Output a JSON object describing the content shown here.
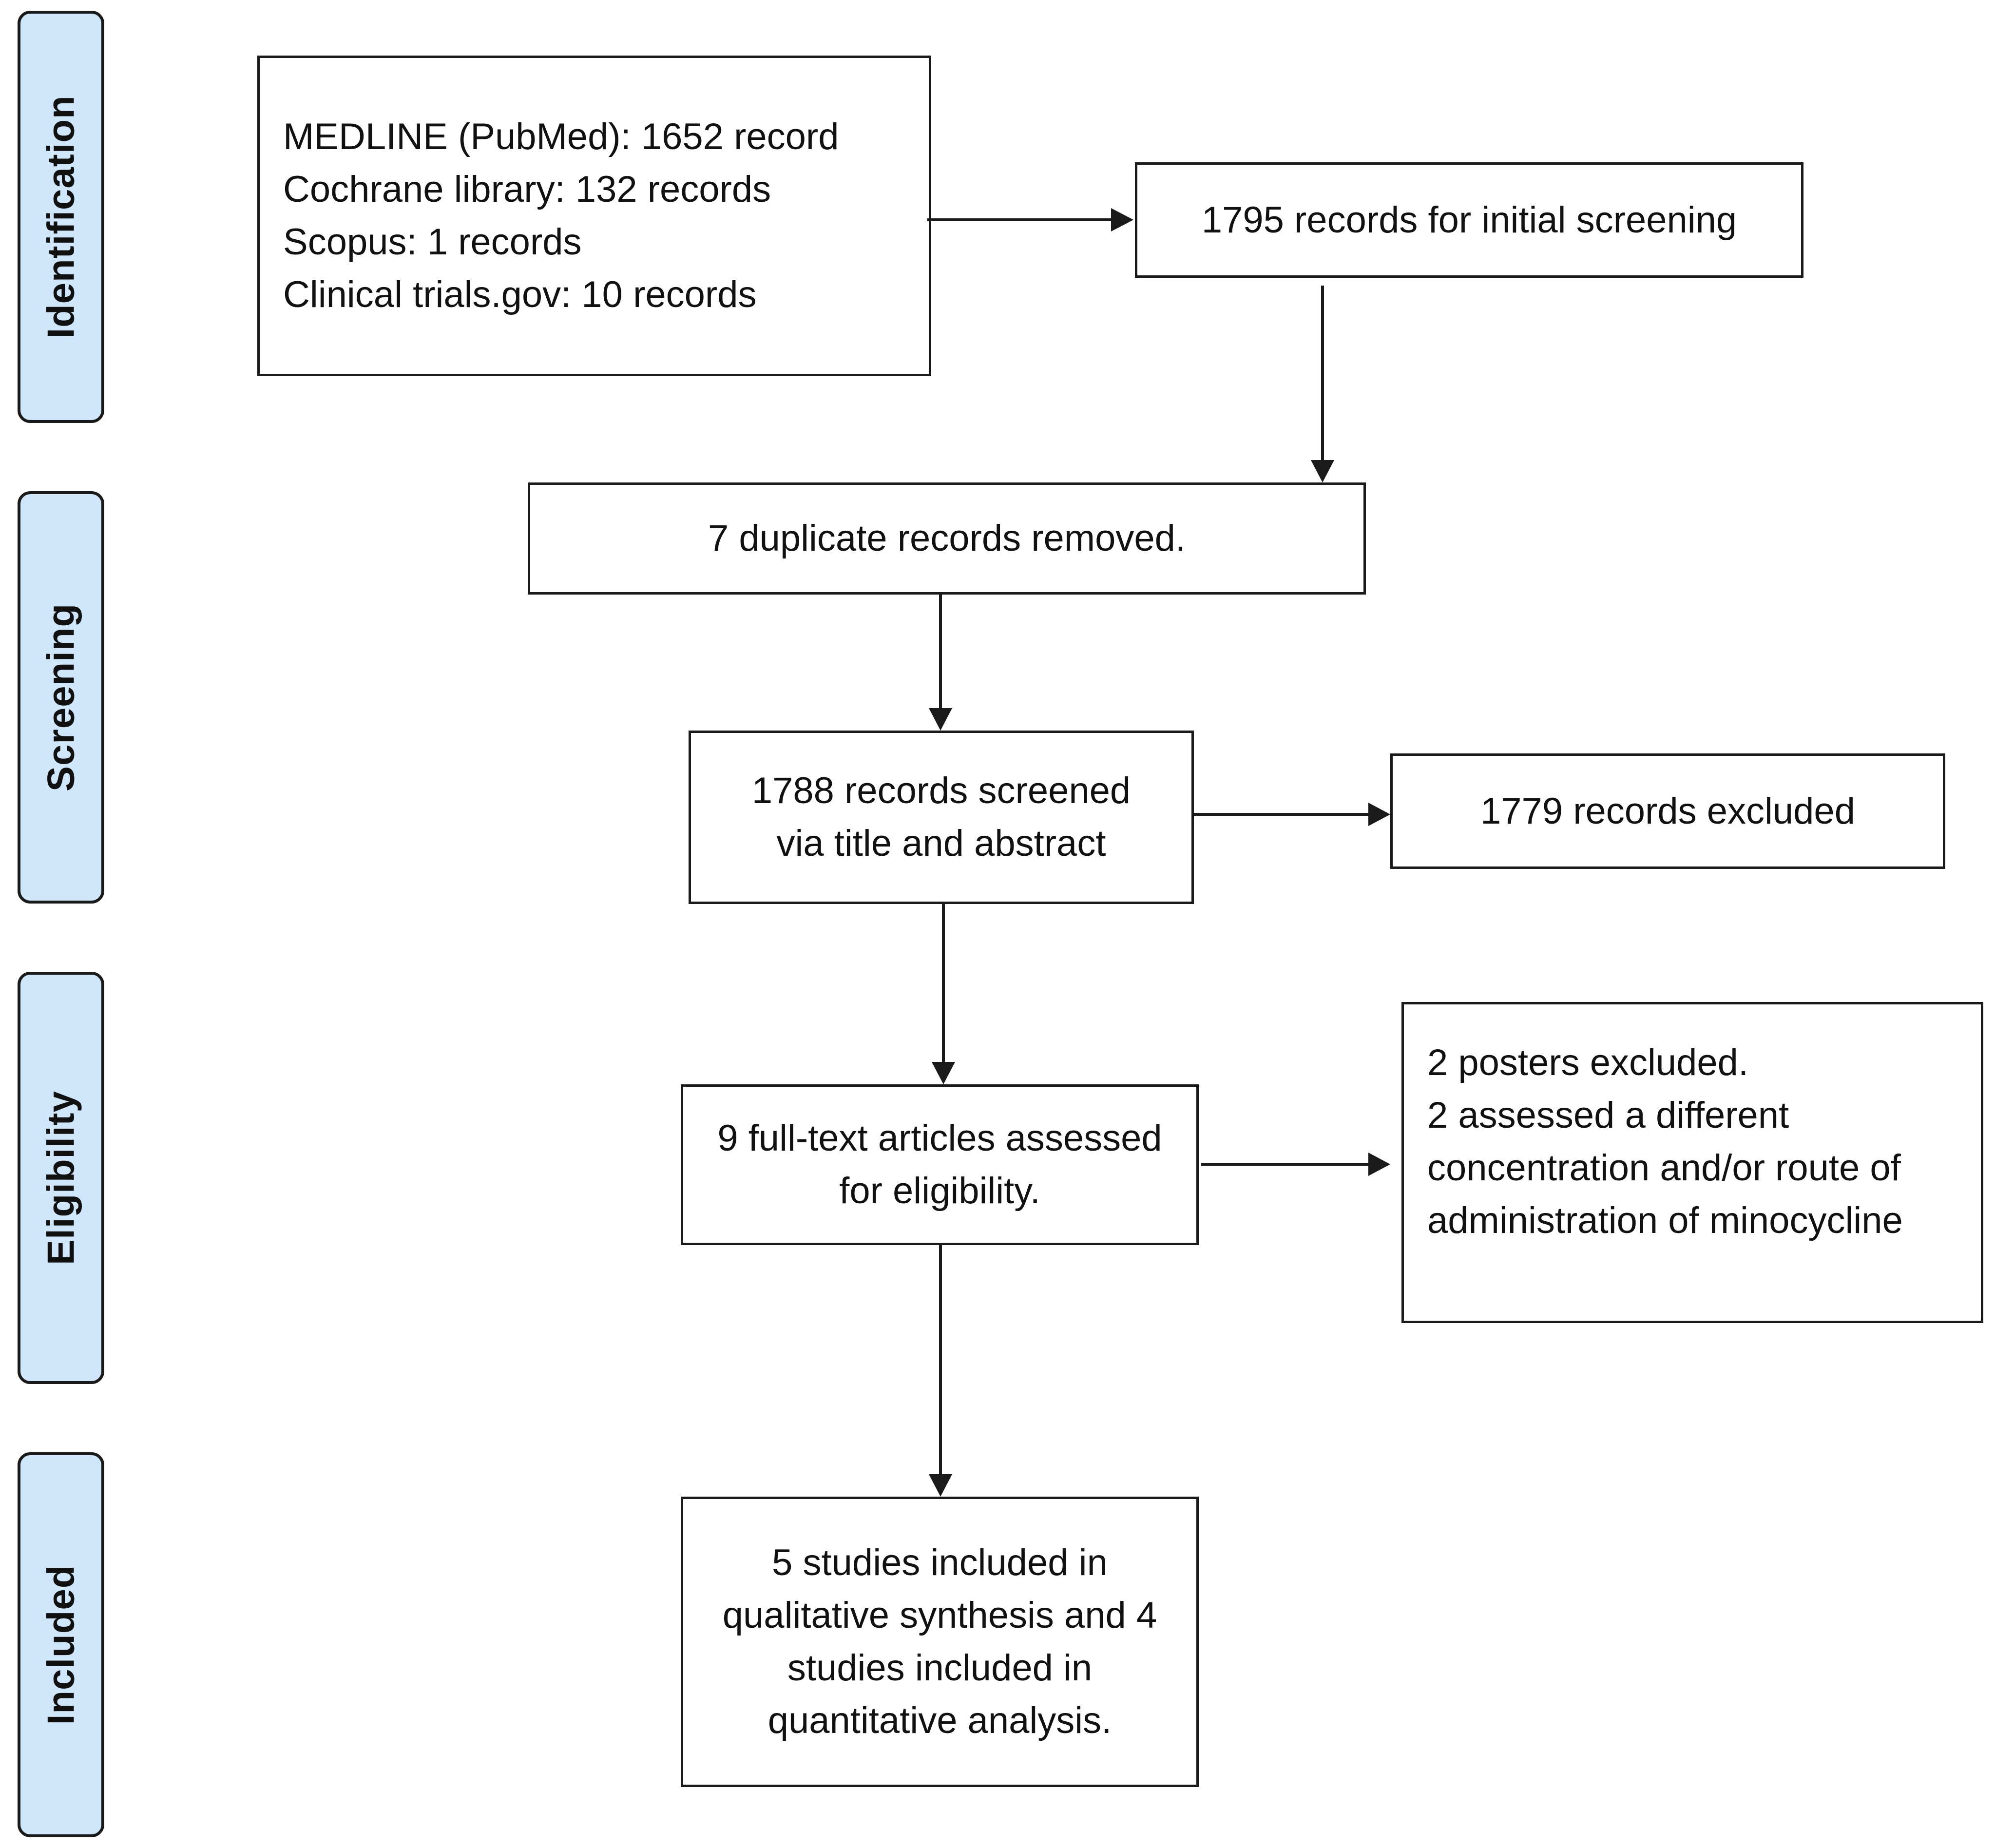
{
  "stages": [
    {
      "id": "identification",
      "label": "Identification"
    },
    {
      "id": "screening",
      "label": "Screening"
    },
    {
      "id": "eligibility",
      "label": "Eligibility"
    },
    {
      "id": "included",
      "label": "Included"
    }
  ],
  "boxes": {
    "sources": {
      "lines": [
        "MEDLINE (PubMed): 1652 record",
        "Cochrane library: 132 records",
        "Scopus: 1 records",
        "Clinical trials.gov: 10 records"
      ]
    },
    "initial_screening": {
      "lines": [
        "1795 records for initial screening"
      ]
    },
    "duplicates_removed": {
      "lines": [
        "7 duplicate records removed."
      ]
    },
    "screened": {
      "lines": [
        "1788 records screened",
        "via title and abstract"
      ]
    },
    "excluded": {
      "lines": [
        "1779 records excluded"
      ]
    },
    "full_text": {
      "lines": [
        "9 full-text articles assessed",
        "for eligibility."
      ]
    },
    "full_text_excluded": {
      "lines": [
        "2 posters excluded.",
        "2 assessed a different",
        "concentration and/or route of",
        "administration of minocycline"
      ]
    },
    "included_studies": {
      "lines": [
        "5 studies included in",
        "qualitative synthesis and 4",
        "studies included in",
        "quantitative analysis."
      ]
    }
  }
}
